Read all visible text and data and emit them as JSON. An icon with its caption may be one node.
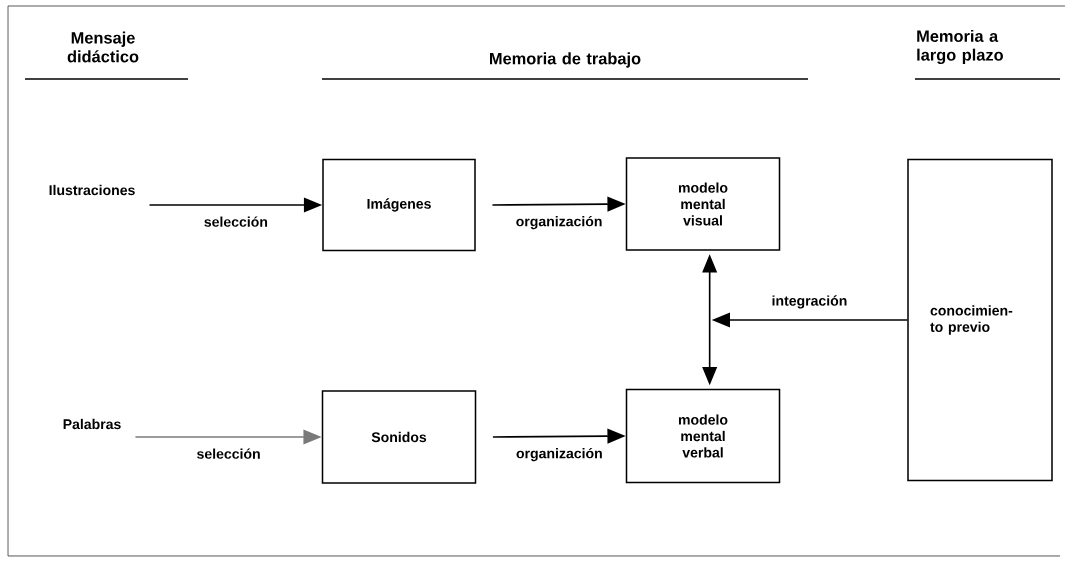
{
  "diagram": {
    "nodes": [
      {
        "text": [
          "Ilustraciones"
        ]
      },
      {
        "text": [
          "Imágenes"
        ]
      },
      {
        "text": [
          "modelo mental visual"
        ]
      },
      {
        "text": [
          "Palabras"
        ]
      },
      {
        "text": [
          "Sonidos"
        ]
      },
      {
        "text": [
          "modelo mental verbal"
        ]
      },
      {
        "text": [
          "conocimien- to previo"
        ]
      }
    ],
    "edges": [
      {
        "from": 0,
        "to": 1,
        "arrow": "to",
        "label": "selección"
      },
      {
        "from": 1,
        "to": 2,
        "arrow": "to",
        "label": "organización"
      },
      {
        "from": 3,
        "to": 4,
        "arrow": "to",
        "label": "selección",
        "color": "#7a7a7a"
      },
      {
        "from": 4,
        "to": 5,
        "arrow": "to",
        "label": "organización"
      },
      {
        "from": 2,
        "to": 5,
        "arrow": "both"
      },
      {
        "from": 6,
        "to": null,
        "arrow": "to",
        "label": "integración"
      }
    ],
    "labels": [
      "Mensaje didáctico",
      "Memoria de trabajo",
      "Memoria a largo plazo"
    ]
  }
}
